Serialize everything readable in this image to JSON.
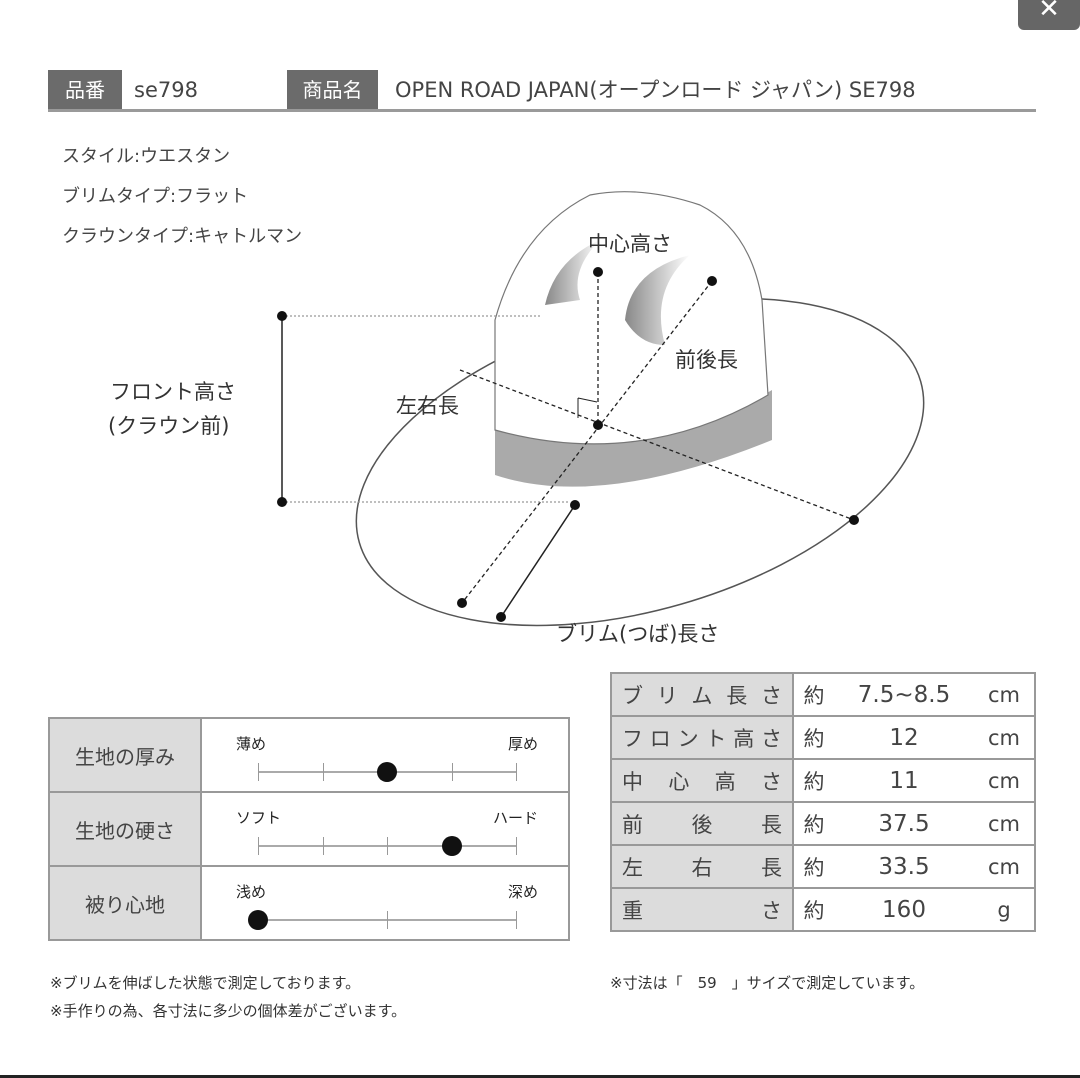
{
  "close_label": "✕",
  "header": {
    "code_label": "品番",
    "code_value": "se798",
    "name_label": "商品名",
    "name_value": "OPEN ROAD JAPAN(オープンロード ジャパン) SE798"
  },
  "specs": [
    "スタイル:ウエスタン",
    "ブリムタイプ:フラット",
    "クラウンタイプ:キャトルマン"
  ],
  "diagram": {
    "center_height": "中心高さ",
    "front_back": "前後長",
    "left_right": "左右長",
    "front_height_1": "フロント高さ",
    "front_height_2": "(クラウン前)",
    "brim_length": "ブリム(つば)長さ"
  },
  "feel": [
    {
      "label": "生地の厚み",
      "left": "薄め",
      "right": "厚め",
      "ticks": 5,
      "value": 0.5
    },
    {
      "label": "生地の硬さ",
      "left": "ソフト",
      "right": "ハード",
      "ticks": 5,
      "value": 0.75
    },
    {
      "label": "被り心地",
      "left": "浅め",
      "right": "深め",
      "ticks": 3,
      "value": 0
    }
  ],
  "measurements": [
    {
      "label": "ブリム長さ",
      "approx": "約",
      "value": "7.5~8.5",
      "unit": "cm"
    },
    {
      "label": "フロント高さ",
      "approx": "約",
      "value": "12",
      "unit": "cm"
    },
    {
      "label": "中心高さ",
      "approx": "約",
      "value": "11",
      "unit": "cm"
    },
    {
      "label": "前後長",
      "approx": "約",
      "value": "37.5",
      "unit": "cm"
    },
    {
      "label": "左右長",
      "approx": "約",
      "value": "33.5",
      "unit": "cm"
    },
    {
      "label": "重さ",
      "approx": "約",
      "value": "160",
      "unit": "g"
    }
  ],
  "notes": {
    "left1": "※ブリムを伸ばした状態で測定しております。",
    "left2": "※手作りの為、各寸法に多少の個体差がございます。",
    "right": "※寸法は「　59　」サイズで測定しています。"
  }
}
